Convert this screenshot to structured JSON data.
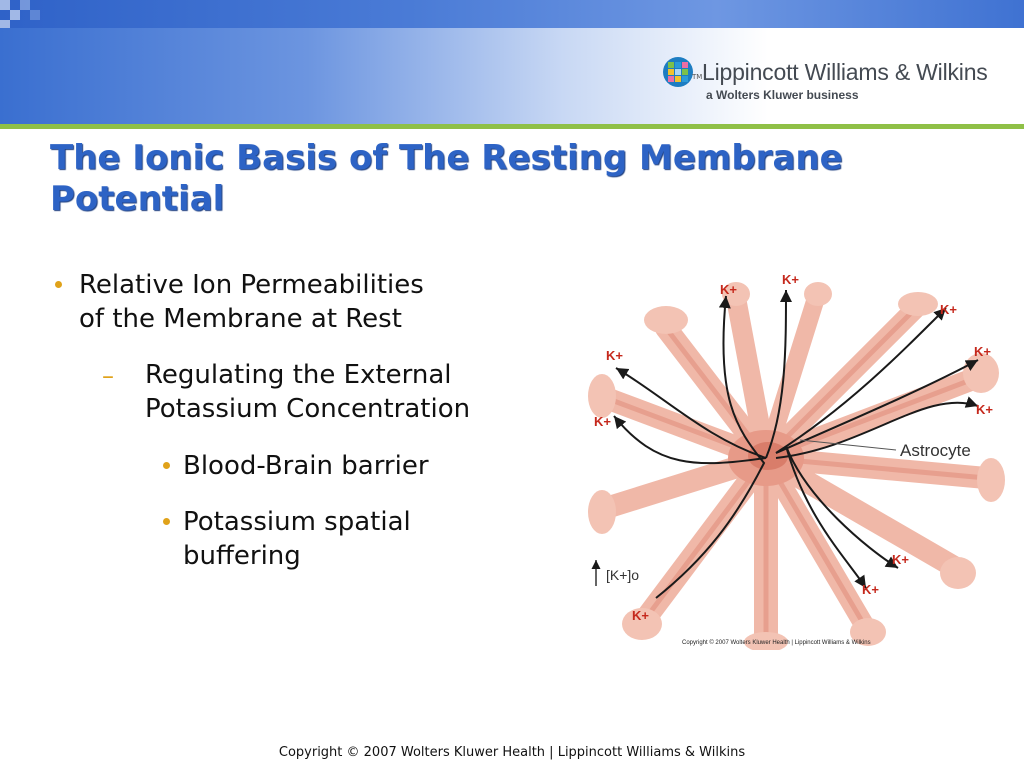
{
  "header": {
    "logo_name": "Lippincott Williams & Wilkins",
    "logo_tm": "TM",
    "logo_sub": "a Wolters Kluwer business",
    "colors": {
      "banner": "#3a6fd0",
      "stripe": "#8fc047",
      "accent": "#e0a21a",
      "title": "#2d63c5"
    }
  },
  "slide": {
    "title_line1": "The Ionic Basis of The Resting Membrane",
    "title_line2": "Potential",
    "bullets": {
      "l1_line1": "Relative Ion Permeabilities",
      "l1_line2": "of the Membrane at Rest",
      "l2_line1": "Regulating the External",
      "l2_line2": "Potassium Concentration",
      "l3_a": "Blood-Brain barrier",
      "l3_b_line1": "Potassium spatial",
      "l3_b_line2": "buffering",
      "dash": "–"
    }
  },
  "figure": {
    "ion_label": "K+",
    "cell_label": "Astrocyte",
    "concentration_label": "[K+]o",
    "copyright": "Copyright © 2007 Wolters Kluwer Health | Lippincott Williams & Wilkins"
  },
  "footer": {
    "text": "Copyright © 2007 Wolters Kluwer Health | Lippincott Williams & Wilkins"
  }
}
